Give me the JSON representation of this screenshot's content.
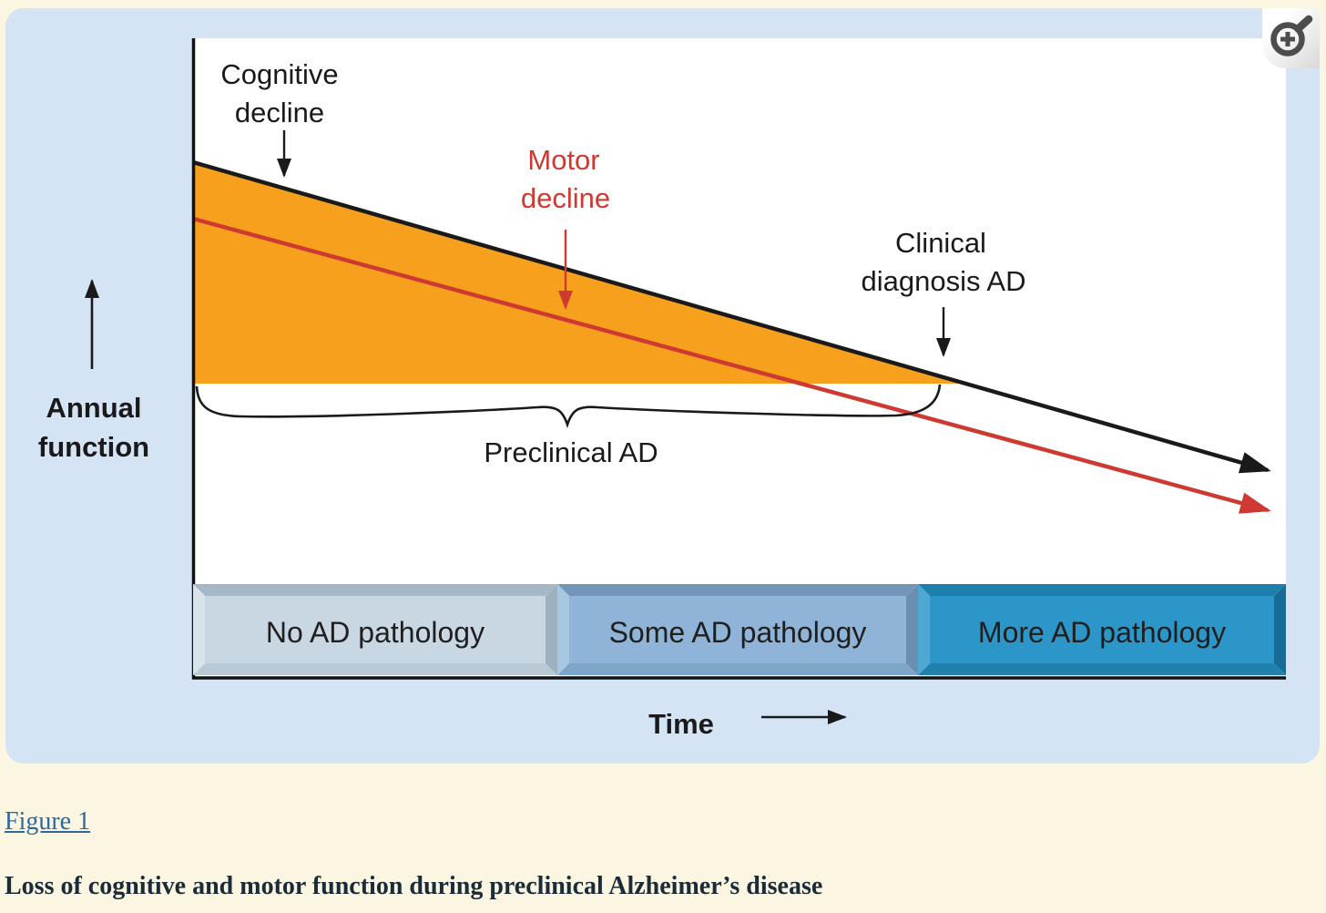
{
  "page": {
    "background_color": "#fbf6e2"
  },
  "figure_panel": {
    "background_color": "#d4e4f4",
    "plot_background_color": "#ffffff",
    "zoom_button": {
      "icon": "magnifier-plus-icon",
      "icon_color": "#4d4d4d"
    },
    "y_axis": {
      "label_line1": "Annual",
      "label_line2": "function"
    },
    "x_axis": {
      "label": "Time"
    },
    "annotations": {
      "cognitive": {
        "line1": "Cognitive",
        "line2": "decline",
        "color": "#1a1a1a"
      },
      "motor": {
        "line1": "Motor",
        "line2": "decline",
        "color": "#ce3a31"
      },
      "clinical": {
        "line1": "Clinical",
        "line2": "diagnosis AD",
        "color": "#1a1a1a"
      },
      "brace_label": "Preclinical AD"
    },
    "shaded_region_color": "#f6a01e",
    "stage_boxes": [
      {
        "label": "No AD pathology",
        "face_color": "#c9d7e3"
      },
      {
        "label": "Some AD pathology",
        "face_color": "#8fb4d8"
      },
      {
        "label": "More AD pathology",
        "face_color": "#2d96c8"
      }
    ]
  },
  "caption": {
    "link_text": "Figure 1",
    "title": "Loss of cognitive and motor function during preclinical Alzheimer’s disease",
    "link_color": "#2e699d"
  },
  "chart_data": {
    "type": "line",
    "title": "Loss of cognitive and motor function during preclinical Alzheimer’s disease",
    "xlabel": "Time",
    "ylabel": "Annual function",
    "axis_numeric": false,
    "grid": false,
    "legend": "inline annotations",
    "x_norm": [
      0.0,
      1.0
    ],
    "series": [
      {
        "name": "Cognitive decline",
        "color": "#1a1a1a",
        "values_norm": [
          0.81,
          0.33
        ]
      },
      {
        "name": "Motor decline",
        "color": "#ce3a31",
        "values_norm": [
          0.72,
          0.26
        ]
      }
    ],
    "functional_threshold_norm": 0.46,
    "shaded_area": {
      "label": "Preclinical AD",
      "color": "#f6a01e",
      "description": "Area under the cognitive decline line above the functional threshold, before clinical diagnosis"
    },
    "event_markers": [
      {
        "label": "Clinical diagnosis AD",
        "x_norm": 0.71
      }
    ],
    "x_stages": [
      {
        "label": "No AD pathology",
        "x_start_norm": 0.0,
        "x_end_norm": 0.33
      },
      {
        "label": "Some AD pathology",
        "x_start_norm": 0.33,
        "x_end_norm": 0.66
      },
      {
        "label": "More AD pathology",
        "x_start_norm": 0.66,
        "x_end_norm": 1.0
      }
    ]
  }
}
